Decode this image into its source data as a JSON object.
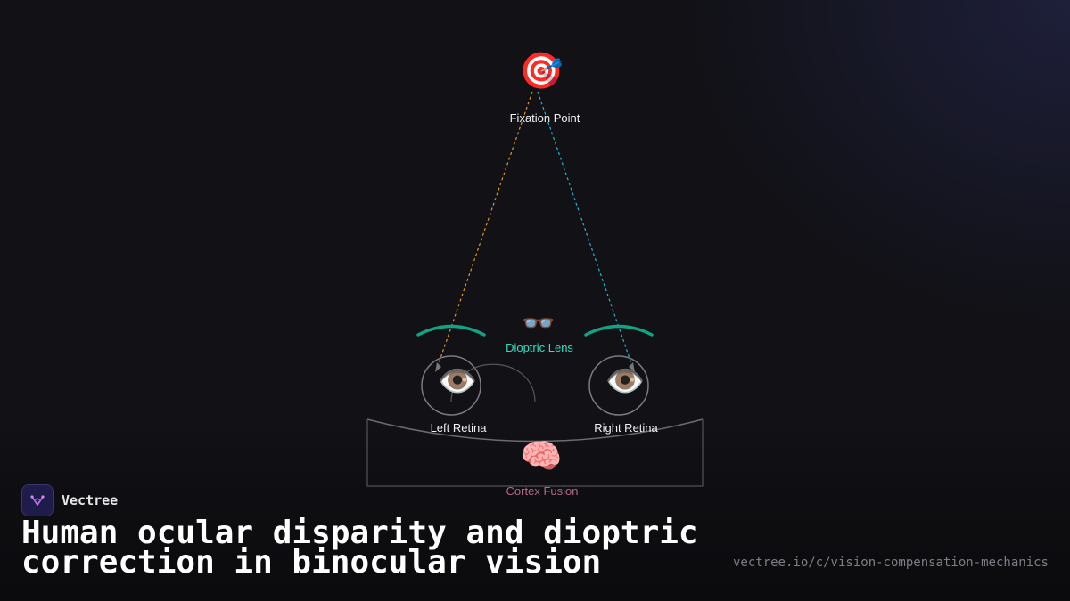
{
  "diagram": {
    "nodes": {
      "fixation": {
        "icon": "🎯",
        "icon_name": "target-icon",
        "label": "Fixation Point"
      },
      "lens": {
        "icon": "👓",
        "icon_name": "glasses-icon",
        "label": "Dioptric Lens"
      },
      "left_retina": {
        "icon": "👁️",
        "icon_name": "eye-icon",
        "label": "Left Retina"
      },
      "right_retina": {
        "icon": "👁️",
        "icon_name": "eye-icon",
        "label": "Right Retina"
      },
      "cortex": {
        "icon": "🧠",
        "icon_name": "brain-icon",
        "label": "Cortex Fusion"
      }
    },
    "colors": {
      "left_ray": "#e0962a",
      "right_ray": "#1fb6d6",
      "lens_arc": "#11a383",
      "lens_label": "#2fe0c0",
      "cortex_label": "#b06a86",
      "outline": "#6b6b72"
    }
  },
  "brand": {
    "name": "Vectree"
  },
  "title": "Human ocular disparity and dioptric correction in binocular vision",
  "url": "vectree.io/c/vision-compensation-mechanics"
}
